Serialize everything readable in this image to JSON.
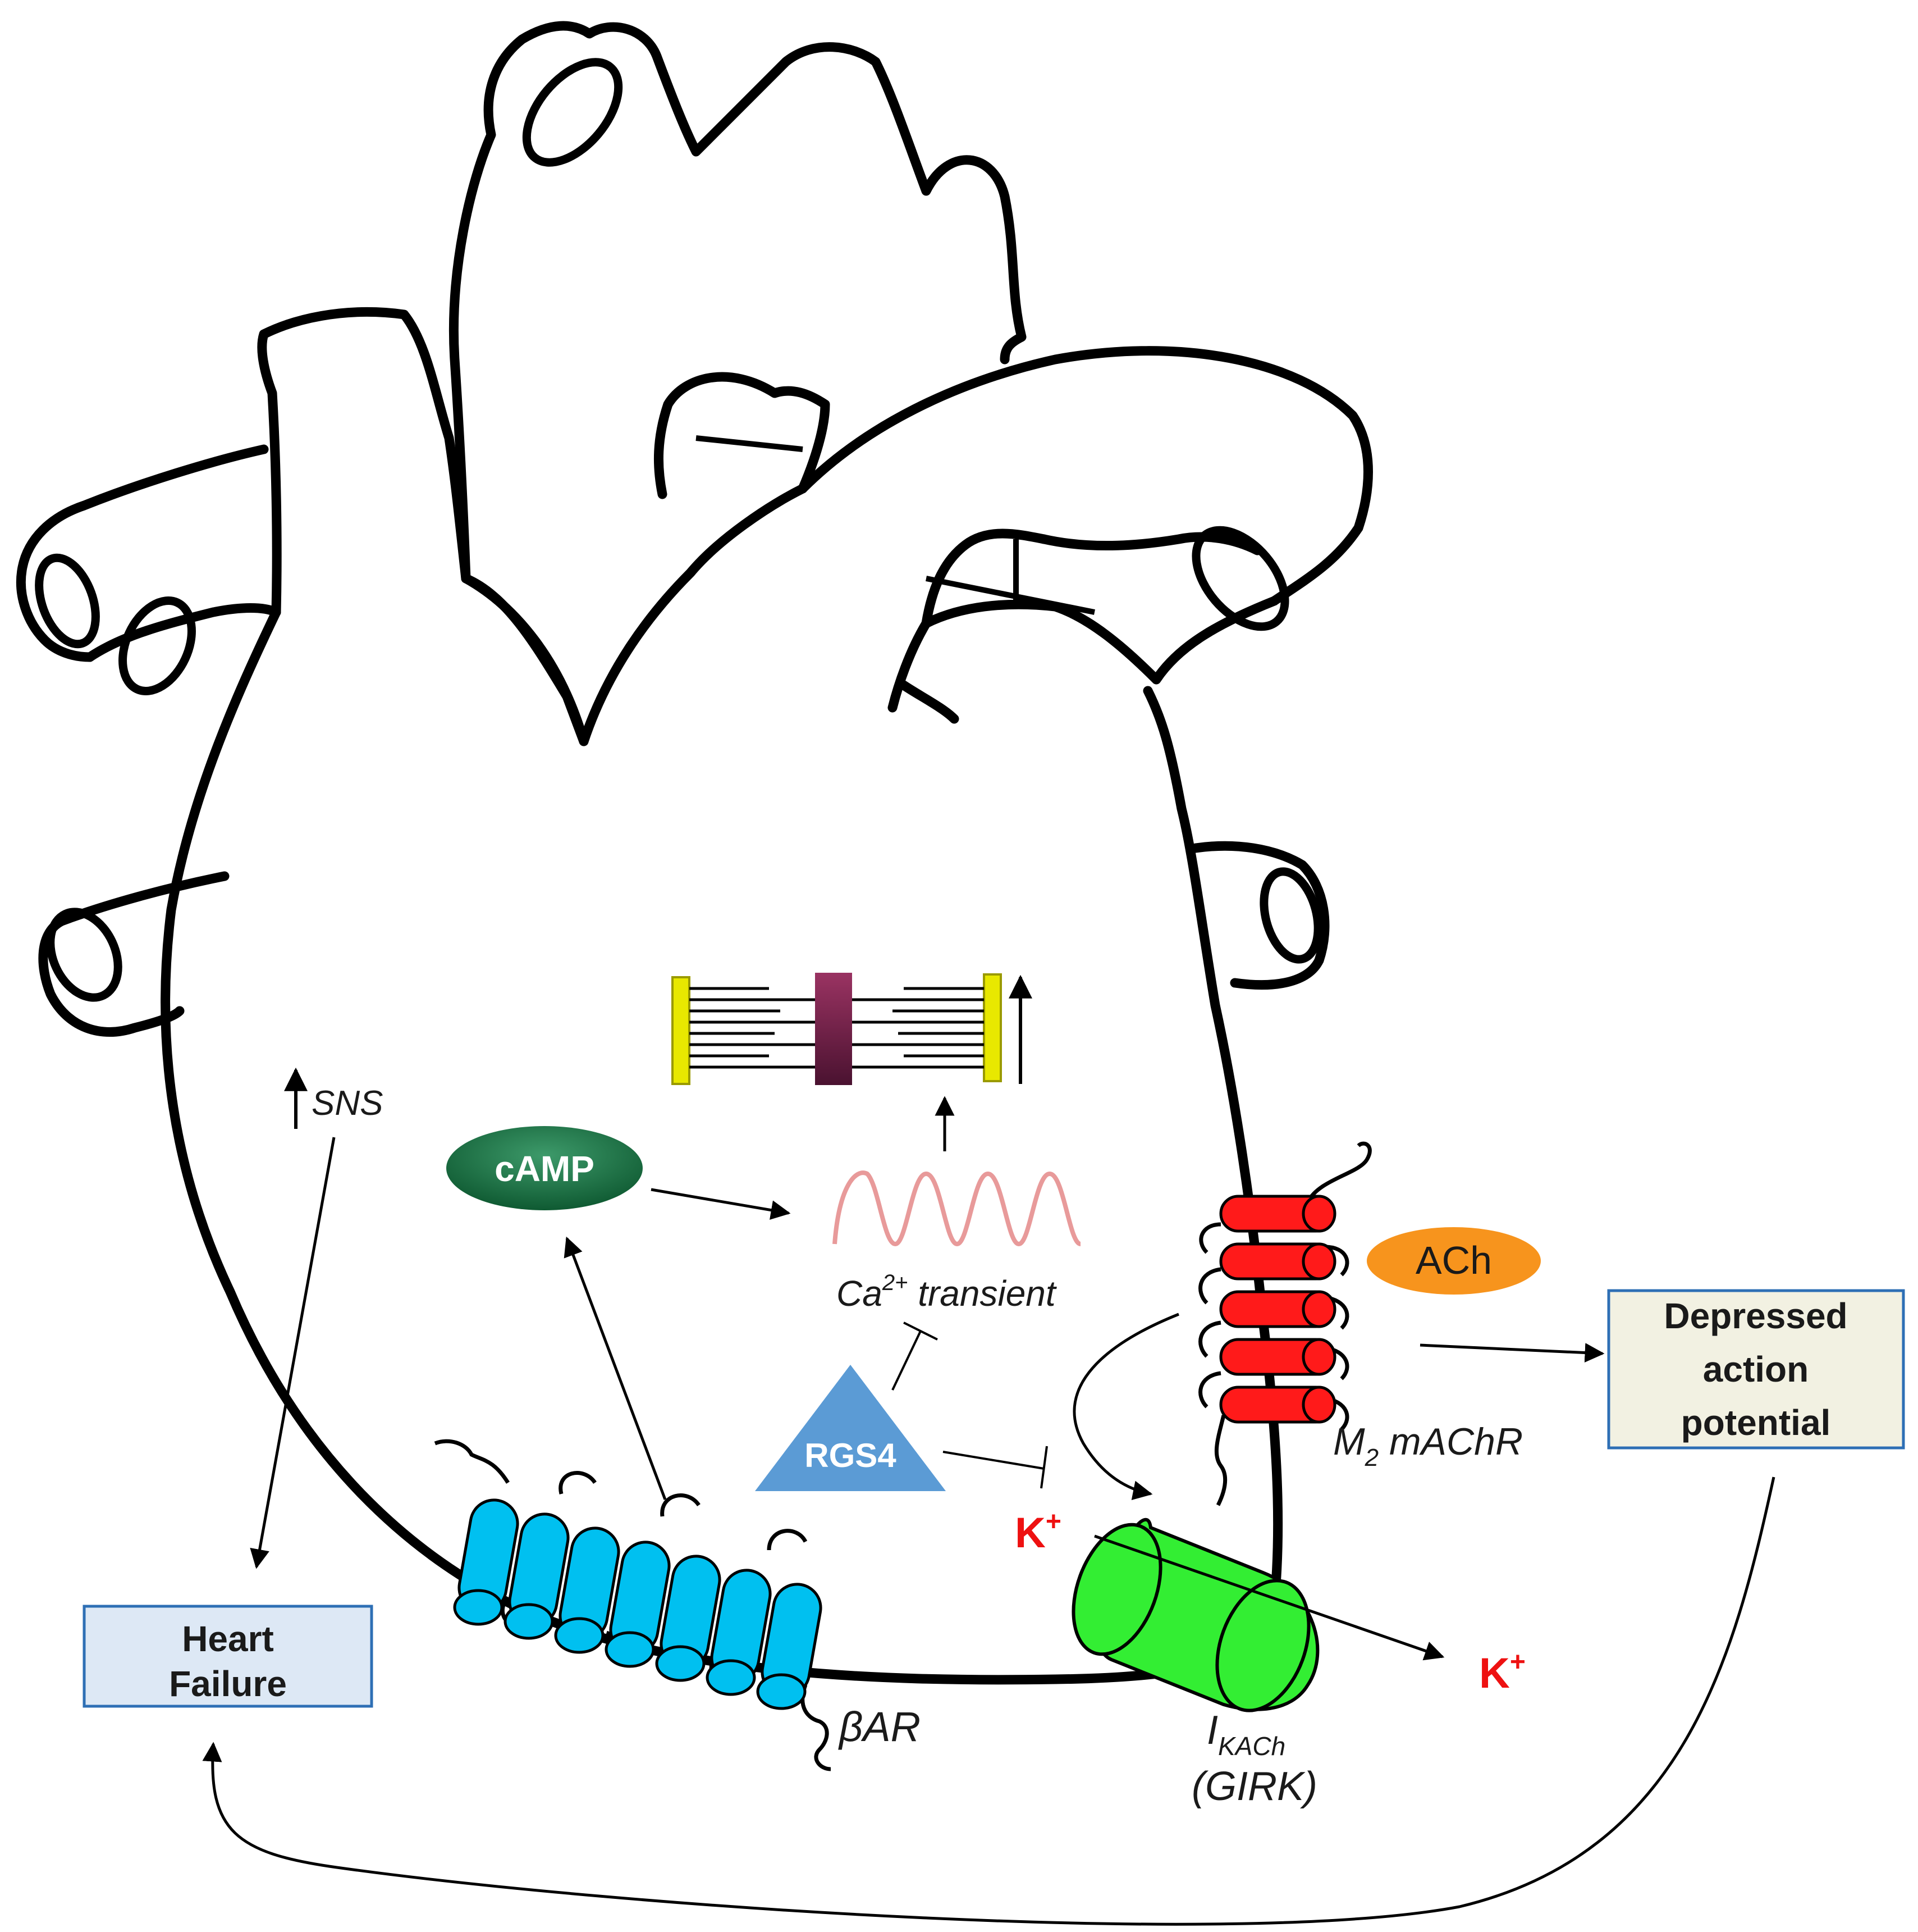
{
  "diagram": {
    "labels": {
      "sns": "SNS",
      "camp": "cAMP",
      "ca_prefix": "Ca",
      "ca_superscript": "2+",
      "ca_suffix": " transient",
      "rgs4": "RGS4",
      "ach": "ACh",
      "m2_prefix": "M",
      "m2_subscript": "2",
      "m2_suffix": " mAChR",
      "depressed_line1": "Depressed",
      "depressed_line2": "action",
      "depressed_line3": "potential",
      "k_ion": "K",
      "k_superscript": "+",
      "beta_ar": "βAR",
      "ikach_prefix": "I",
      "ikach_subscript": "KACh",
      "girk": "(GIRK)",
      "hf_line1": "Heart",
      "hf_line2": "Failure"
    },
    "colors": {
      "outline": "#000000",
      "camp": "#217a4c",
      "camp_dark": "#0f5a32",
      "ca_wave": "#e89a9a",
      "rgs4": "#5b9bd5",
      "ach": "#f7941d",
      "m2_receptor": "#ff1a1a",
      "beta_receptor": "#00c0f0",
      "girk_channel": "#33ee33",
      "ion": "#ee1111",
      "depressed_box_fill": "#f2f1e2",
      "depressed_box_border": "#2e6fb5",
      "heart_failure_fill": "#dde8f5",
      "heart_failure_border": "#2e6fb5",
      "z_disc": "#e8e800",
      "m_line": "#8a2a55"
    },
    "icons": [
      "heart-outline-icon",
      "sarcomere-icon",
      "m2-receptor-icon",
      "beta-receptor-icon",
      "girk-channel-icon"
    ]
  }
}
